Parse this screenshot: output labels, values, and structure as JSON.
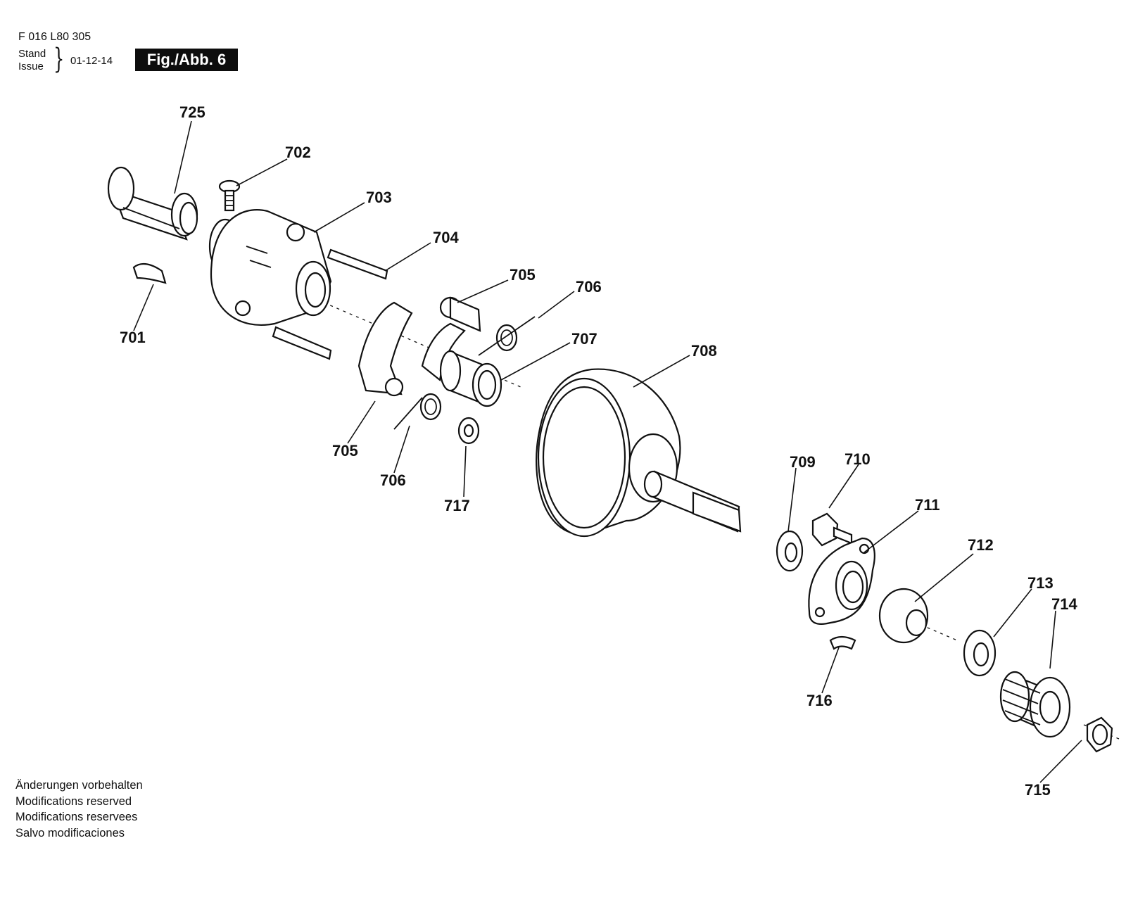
{
  "header": {
    "part_number": "F 016 L80 305",
    "stand_label": "Stand",
    "issue_label": "Issue",
    "brace": "}",
    "date": "01-12-14",
    "figure_label": "Fig./Abb. 6"
  },
  "callouts": {
    "p725": "725",
    "p702": "702",
    "p703": "703",
    "p704": "704",
    "p701": "701",
    "p705a": "705",
    "p706a": "706",
    "p707": "707",
    "p708": "708",
    "p705b": "705",
    "p706b": "706",
    "p717": "717",
    "p709": "709",
    "p710": "710",
    "p711": "711",
    "p712": "712",
    "p713": "713",
    "p714": "714",
    "p716": "716",
    "p715": "715"
  },
  "footer": {
    "line1": "Änderungen vorbehalten",
    "line2": "Modifications reserved",
    "line3": "Modifications reservees",
    "line4": "Salvo modificaciones"
  }
}
